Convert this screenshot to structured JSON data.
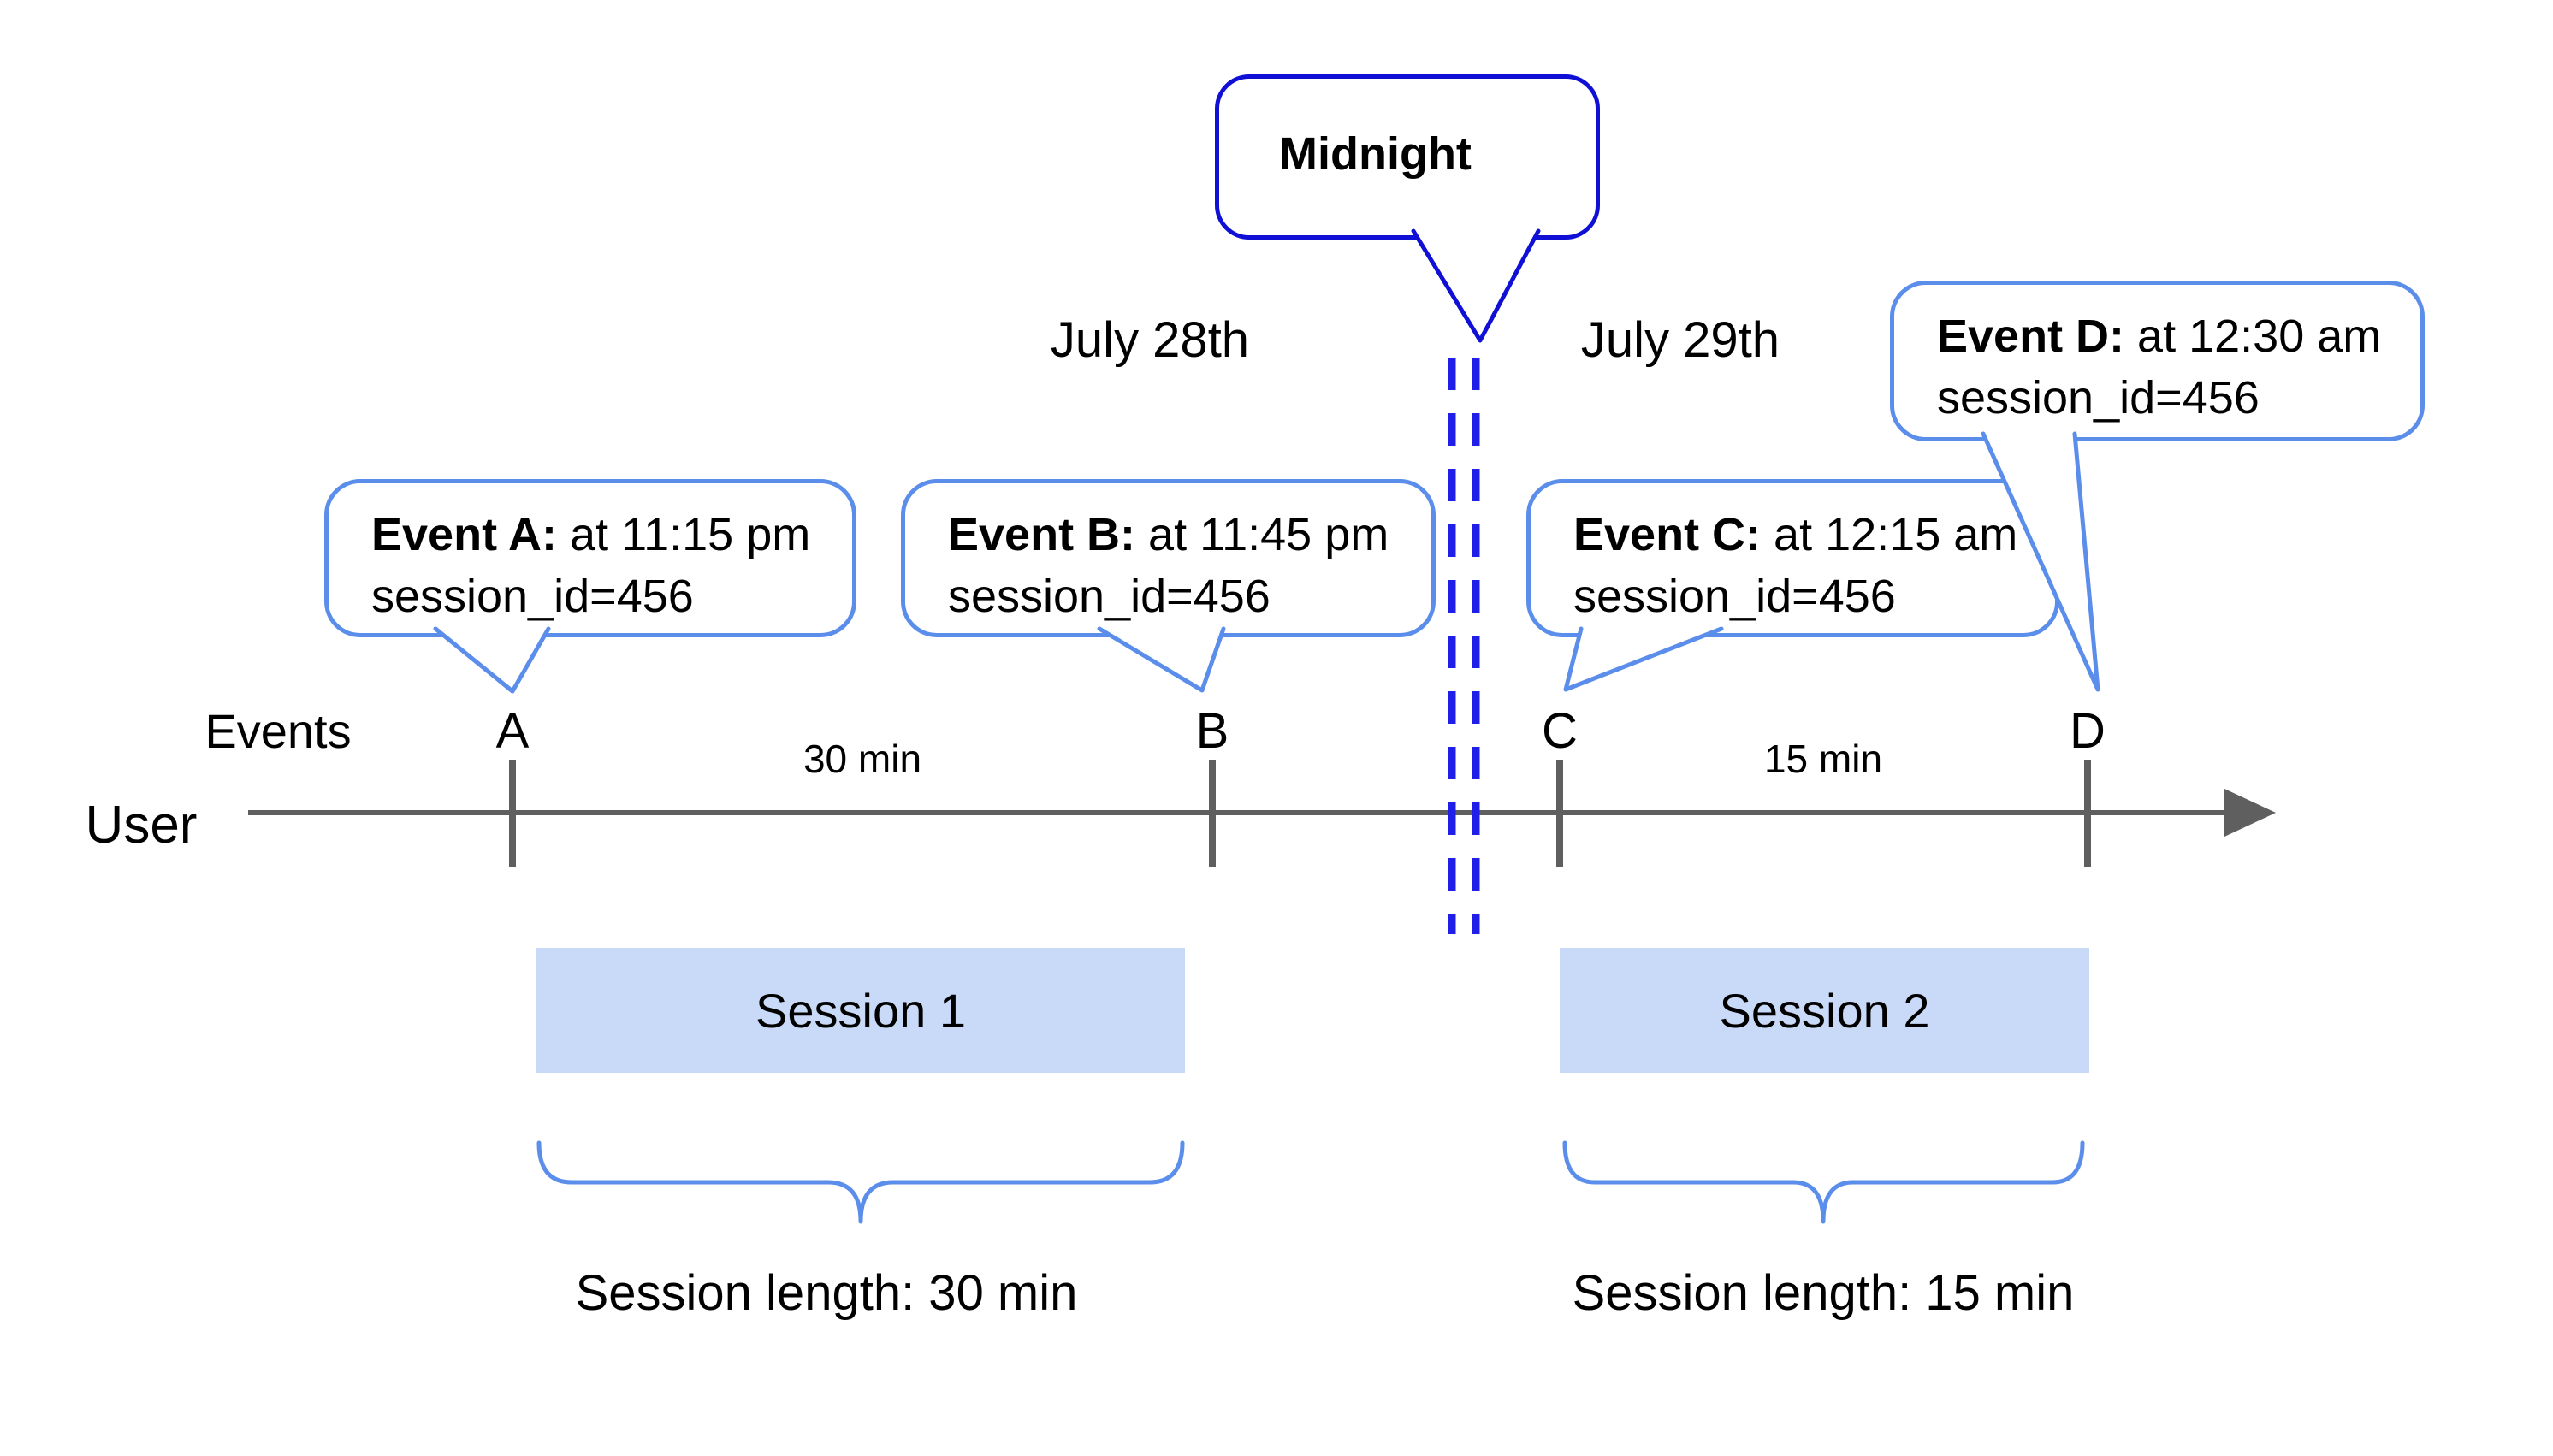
{
  "diagram": {
    "midnight_label": "Midnight",
    "dates": {
      "day1": "July 28th",
      "day2": "July 29th"
    },
    "axis": {
      "events_label": "Events",
      "user_label": "User"
    },
    "events": [
      {
        "marker": "A",
        "title": "Event A:",
        "time": " at 11:15 pm",
        "session": "session_id=456"
      },
      {
        "marker": "B",
        "title": "Event B:",
        "time": " at 11:45 pm",
        "session": "session_id=456"
      },
      {
        "marker": "C",
        "title": "Event C:",
        "time": " at 12:15 am",
        "session": "session_id=456"
      },
      {
        "marker": "D",
        "title": "Event D:",
        "time": " at 12:30 am",
        "session": "session_id=456"
      }
    ],
    "gaps": [
      "30 min",
      "15 min"
    ],
    "sessions": [
      {
        "name": "Session 1",
        "length": "Session length: 30 min"
      },
      {
        "name": "Session 2",
        "length": "Session length: 15 min"
      }
    ],
    "colors": {
      "bubble_border_blue": "#5b8dea",
      "midnight_border_blue": "#0f0fd6",
      "dashed_line_blue": "#1f1fe8",
      "session_box_fill": "#c9daf8",
      "axis_gray": "#5f5f5f",
      "text_black": "#000000"
    }
  }
}
